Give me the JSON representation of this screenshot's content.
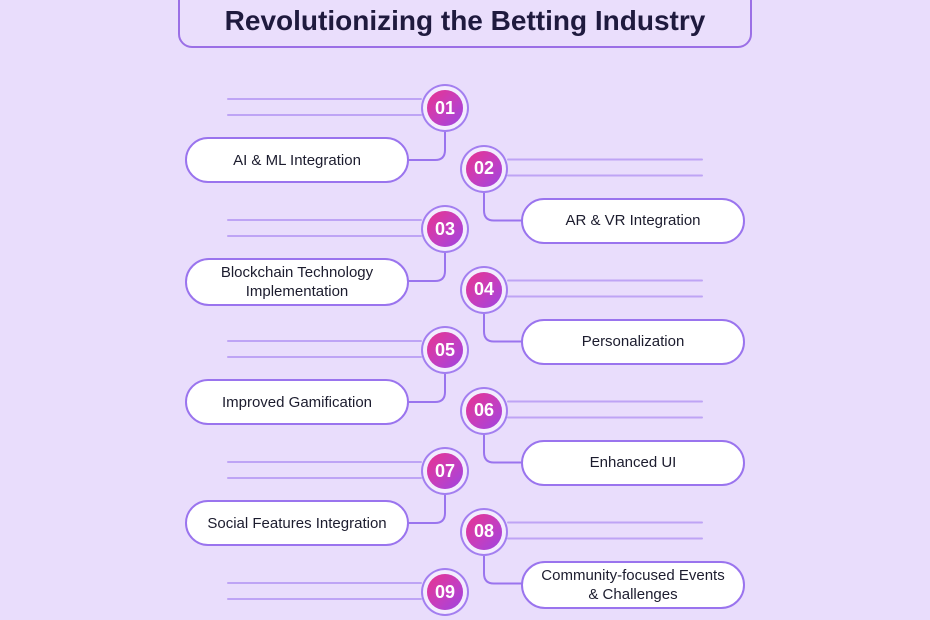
{
  "title": "Revolutionizing the Betting Industry",
  "items": [
    {
      "num": "01",
      "label": "AI & ML Integration",
      "side": "left"
    },
    {
      "num": "02",
      "label": "AR & VR Integration",
      "side": "right"
    },
    {
      "num": "03",
      "label": "Blockchain Technology Implementation",
      "side": "left"
    },
    {
      "num": "04",
      "label": "Personalization",
      "side": "right"
    },
    {
      "num": "05",
      "label": "Improved Gamification",
      "side": "left"
    },
    {
      "num": "06",
      "label": "Enhanced UI",
      "side": "right"
    },
    {
      "num": "07",
      "label": "Social Features Integration",
      "side": "left"
    },
    {
      "num": "08",
      "label": "Community-focused Events & Challenges",
      "side": "right"
    },
    {
      "num": "09",
      "label": "",
      "side": "left"
    }
  ],
  "colors": {
    "background": "#e9ddfc",
    "accent": "#9a74ee",
    "badge_start": "#e8348e",
    "badge_end": "#9d45e0"
  }
}
